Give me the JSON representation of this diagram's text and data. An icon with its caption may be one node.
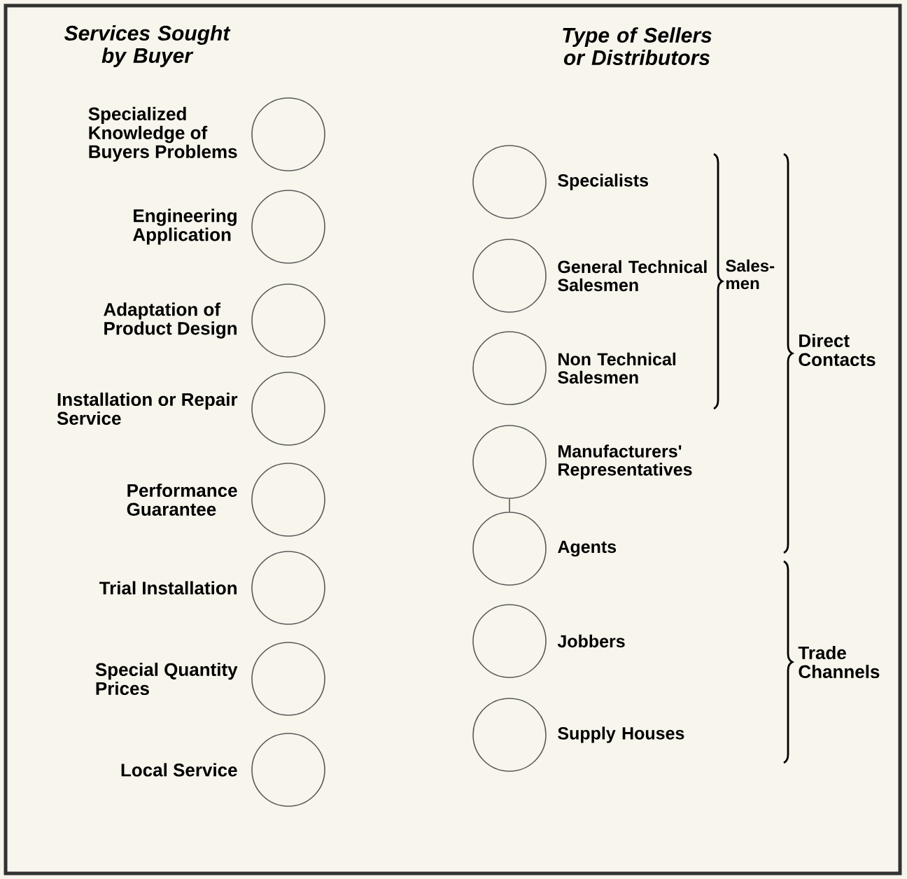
{
  "diagram": {
    "nodes": [
      {
        "text": [],
        "shape": "circle",
        "beside": [
          "Specialized Knowledge of Buyers Problems"
        ]
      },
      {
        "text": [],
        "shape": "circle",
        "beside": [
          "Engineering Application"
        ]
      },
      {
        "text": [],
        "shape": "circle",
        "beside": [
          "Adaptation of Product Design"
        ]
      },
      {
        "text": [],
        "shape": "circle",
        "beside": [
          "Installation or Repair Service"
        ]
      },
      {
        "text": [],
        "shape": "circle",
        "beside": [
          "Performance Guarantee"
        ]
      },
      {
        "text": [],
        "shape": "circle",
        "beside": [
          "Trial Installation"
        ]
      },
      {
        "text": [],
        "shape": "circle",
        "beside": [
          "Special Quantity Prices"
        ]
      },
      {
        "text": [],
        "shape": "circle",
        "beside": [
          "Local Service"
        ]
      },
      {
        "text": [],
        "shape": "circle",
        "beside": [
          "Specialists"
        ]
      },
      {
        "text": [],
        "shape": "circle",
        "beside": [
          "General Technical Salesmen"
        ]
      },
      {
        "text": [],
        "shape": "circle",
        "beside": [
          "Non Technical Salesmen"
        ]
      },
      {
        "text": [],
        "shape": "circle",
        "beside": [
          "Manufacturers' Representatives"
        ]
      },
      {
        "text": [],
        "shape": "circle",
        "beside": [
          "Agents"
        ]
      },
      {
        "text": [],
        "shape": "circle",
        "beside": [
          "Jobbers"
        ]
      },
      {
        "text": [],
        "shape": "circle",
        "beside": [
          "Supply Houses"
        ]
      }
    ],
    "edges": [
      {
        "from": 11,
        "to": 12,
        "arrow": "none"
      }
    ],
    "labels": [
      "Services Sought by Buyer",
      "Type of Sellers or Distributors",
      "Sales- men",
      "Direct Contacts",
      "Trade Channels"
    ]
  }
}
